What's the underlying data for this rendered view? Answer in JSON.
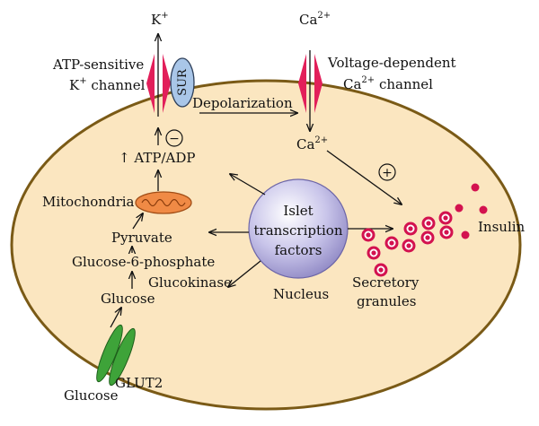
{
  "labels": {
    "k_plus": "K",
    "k_plus_sup": "+",
    "ca_top": "Ca",
    "ca_top_sup": "2+",
    "atp_channel_line1": "ATP-sensitive",
    "atp_channel_line2_k": "K",
    "atp_channel_line2_sup": "+",
    "atp_channel_line2_rest": " channel",
    "sur": "SUR",
    "vdcc_line1": "Voltage-dependent",
    "vdcc_line2_ca": "Ca",
    "vdcc_line2_sup": "2+",
    "vdcc_line2_rest": " channel",
    "depolarization": "Depolarization",
    "ca_inside": "Ca",
    "ca_inside_sup": "2+",
    "minus": "−",
    "plus": "+",
    "atp_adp": "↑ ATP/ADP",
    "mitochondria": "Mitochondria",
    "pyruvate": "Pyruvate",
    "g6p": "Glucose-6-phosphate",
    "glucose_inner": "Glucose",
    "glucokinase": "Glucokinase",
    "nucleus_text_1": "Islet",
    "nucleus_text_2": "transcription",
    "nucleus_text_3": "factors",
    "nucleus": "Nucleus",
    "secretory_1": "Secretory",
    "secretory_2": "granules",
    "insulin": "Insulin",
    "glucose_outer": "Glucose",
    "glut2": "GLUT2"
  },
  "colors": {
    "cell_fill": "#fbe6c0",
    "cell_stroke": "#7a5a16",
    "channel": "#e21f5a",
    "sur_fill": "#a9c6e8",
    "mito_fill": "#f08a45",
    "nucleus_fill": "#b7b2de",
    "granule": "#d3124f",
    "glut2": "#3ea339"
  }
}
